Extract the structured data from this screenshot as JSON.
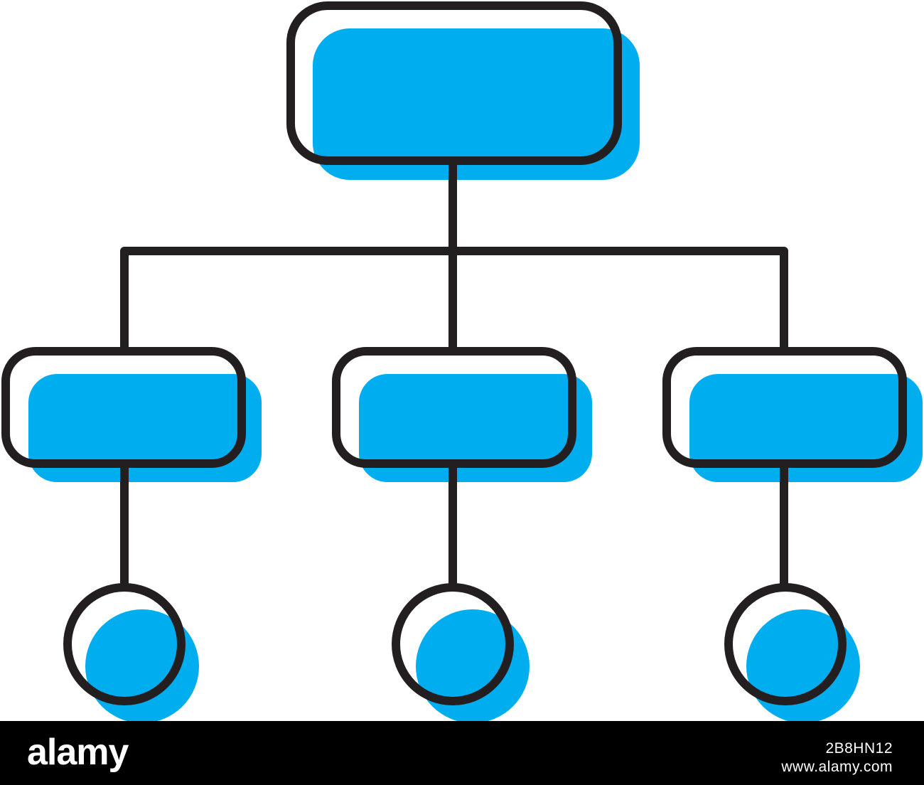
{
  "diagram": {
    "type": "hierarchy-icon",
    "colors": {
      "fill": "#00adef",
      "stroke": "#231f20",
      "background": "#ffffff"
    },
    "nodes": [
      {
        "id": "root",
        "shape": "rounded-rectangle",
        "level": 0
      },
      {
        "id": "child-left",
        "shape": "rounded-rectangle",
        "level": 1,
        "parent": "root"
      },
      {
        "id": "child-middle",
        "shape": "rounded-rectangle",
        "level": 1,
        "parent": "root"
      },
      {
        "id": "child-right",
        "shape": "rounded-rectangle",
        "level": 1,
        "parent": "root"
      },
      {
        "id": "leaf-left",
        "shape": "circle",
        "level": 2,
        "parent": "child-left"
      },
      {
        "id": "leaf-middle",
        "shape": "circle",
        "level": 2,
        "parent": "child-middle"
      },
      {
        "id": "leaf-right",
        "shape": "circle",
        "level": 2,
        "parent": "child-right"
      }
    ]
  },
  "footer": {
    "brand": "alamy",
    "image_id": "2B8HN12",
    "url": "www.alamy.com",
    "background": "#000000",
    "text_color": "#ffffff"
  }
}
